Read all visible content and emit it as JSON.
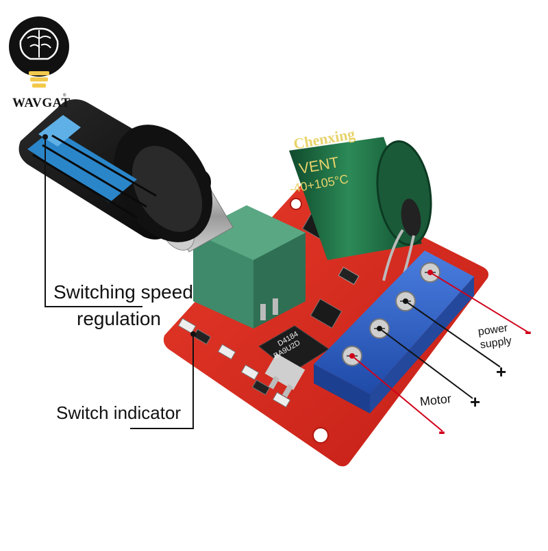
{
  "brand": {
    "name": "WAVGAT",
    "mark": "®"
  },
  "labels": {
    "speed_line1": "Switching speed",
    "speed_line2": "regulation",
    "indicator": "Switch indicator",
    "power_line1": "power",
    "power_line2": "supply",
    "motor": "Motor"
  },
  "terminals": {
    "power_minus": "-",
    "power_plus": "+",
    "motor_plus": "+",
    "motor_minus": "-"
  },
  "capacitor": {
    "brand": "Chenxing",
    "series": "VENT",
    "rating": "-40+105°C"
  },
  "chip": {
    "code1": "D4184",
    "code2": "BA9U2D"
  },
  "colors": {
    "pcb_red": "#d8261e",
    "terminal_blue": "#2f5fc4",
    "pot_green": "#3f8a6a",
    "cap_green": "#1f6e45",
    "knob_black": "#141414",
    "knob_blue": "#2a86c9",
    "accent_red": "#d0021b",
    "logo_yellow": "#f2c94c"
  }
}
